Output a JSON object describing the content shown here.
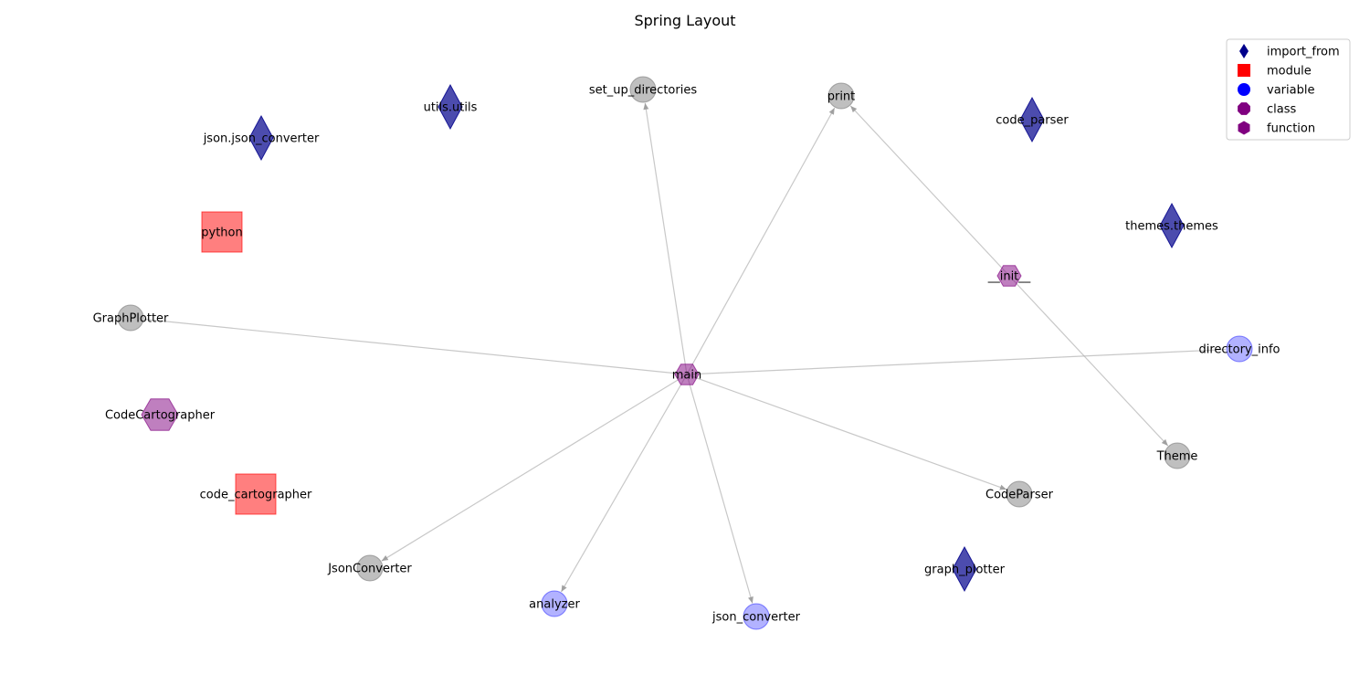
{
  "title": "Spring Layout",
  "colors": {
    "import_from": "#00008b",
    "module": "#ff0000",
    "variable": "#0000ff",
    "class": "#800080",
    "function": "#800080",
    "default": "#808080",
    "edge": "#b0b0b0"
  },
  "legend": [
    {
      "label": "import_from",
      "shape": "diamond",
      "color": "#00008b"
    },
    {
      "label": "module",
      "shape": "square",
      "color": "#ff0000"
    },
    {
      "label": "variable",
      "shape": "circle",
      "color": "#0000ff"
    },
    {
      "label": "class",
      "shape": "octagon",
      "color": "#800080"
    },
    {
      "label": "function",
      "shape": "hexagon",
      "color": "#800080"
    }
  ],
  "nodes": [
    {
      "id": "utils.utils",
      "type": "import_from"
    },
    {
      "id": "json.json_converter",
      "type": "import_from"
    },
    {
      "id": "code_parser",
      "type": "import_from"
    },
    {
      "id": "themes.themes",
      "type": "import_from"
    },
    {
      "id": "graph_plotter",
      "type": "import_from"
    },
    {
      "id": "python",
      "type": "module"
    },
    {
      "id": "code_cartographer",
      "type": "module"
    },
    {
      "id": "CodeCartographer",
      "type": "class"
    },
    {
      "id": "main",
      "type": "function"
    },
    {
      "id": "__init__",
      "type": "function"
    },
    {
      "id": "directory_info",
      "type": "variable"
    },
    {
      "id": "analyzer",
      "type": "variable"
    },
    {
      "id": "json_converter",
      "type": "variable"
    },
    {
      "id": "set_up_directories",
      "type": "default"
    },
    {
      "id": "print",
      "type": "default"
    },
    {
      "id": "GraphPlotter",
      "type": "default"
    },
    {
      "id": "Theme",
      "type": "default"
    },
    {
      "id": "CodeParser",
      "type": "default"
    },
    {
      "id": "JsonConverter",
      "type": "default"
    }
  ],
  "edges": [
    {
      "source": "main",
      "target": "set_up_directories",
      "arrow": true
    },
    {
      "source": "main",
      "target": "print",
      "arrow": true
    },
    {
      "source": "main",
      "target": "GraphPlotter",
      "arrow": false
    },
    {
      "source": "main",
      "target": "directory_info",
      "arrow": false
    },
    {
      "source": "main",
      "target": "CodeParser",
      "arrow": true
    },
    {
      "source": "main",
      "target": "JsonConverter",
      "arrow": true
    },
    {
      "source": "main",
      "target": "analyzer",
      "arrow": true
    },
    {
      "source": "main",
      "target": "json_converter",
      "arrow": true
    },
    {
      "source": "__init__",
      "target": "print",
      "arrow": true
    },
    {
      "source": "__init__",
      "target": "Theme",
      "arrow": true
    }
  ]
}
